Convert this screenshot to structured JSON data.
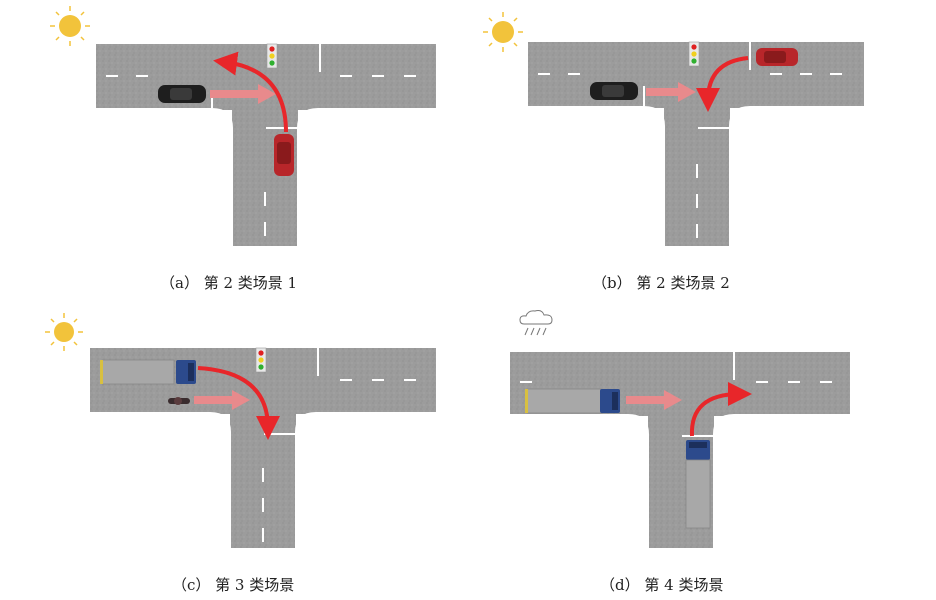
{
  "captions": {
    "a": "（a） 第 2 类场景 1",
    "b": "（b） 第 2 类场景 2",
    "c": "（c） 第 3 类场景",
    "d": "（d） 第 4 类场景"
  },
  "colors": {
    "road": "#9a9a9a",
    "road_edge": "#ffffff",
    "arrow_red": "#e8262a",
    "arrow_pink": "#e88a8c",
    "sun": "#f2c33b",
    "moon": "#f2c33b",
    "truck_cab": "#2c4a8c",
    "truck_trailer": "#a8a8a8",
    "car_black": "#1e1e1e",
    "car_red": "#b8262a"
  },
  "icons": {
    "weather_a": "sun-icon",
    "weather_b": "sun-icon",
    "weather_c": "sun-icon",
    "weather_d": "moon-rain-icon",
    "signal": "traffic-light-icon"
  }
}
